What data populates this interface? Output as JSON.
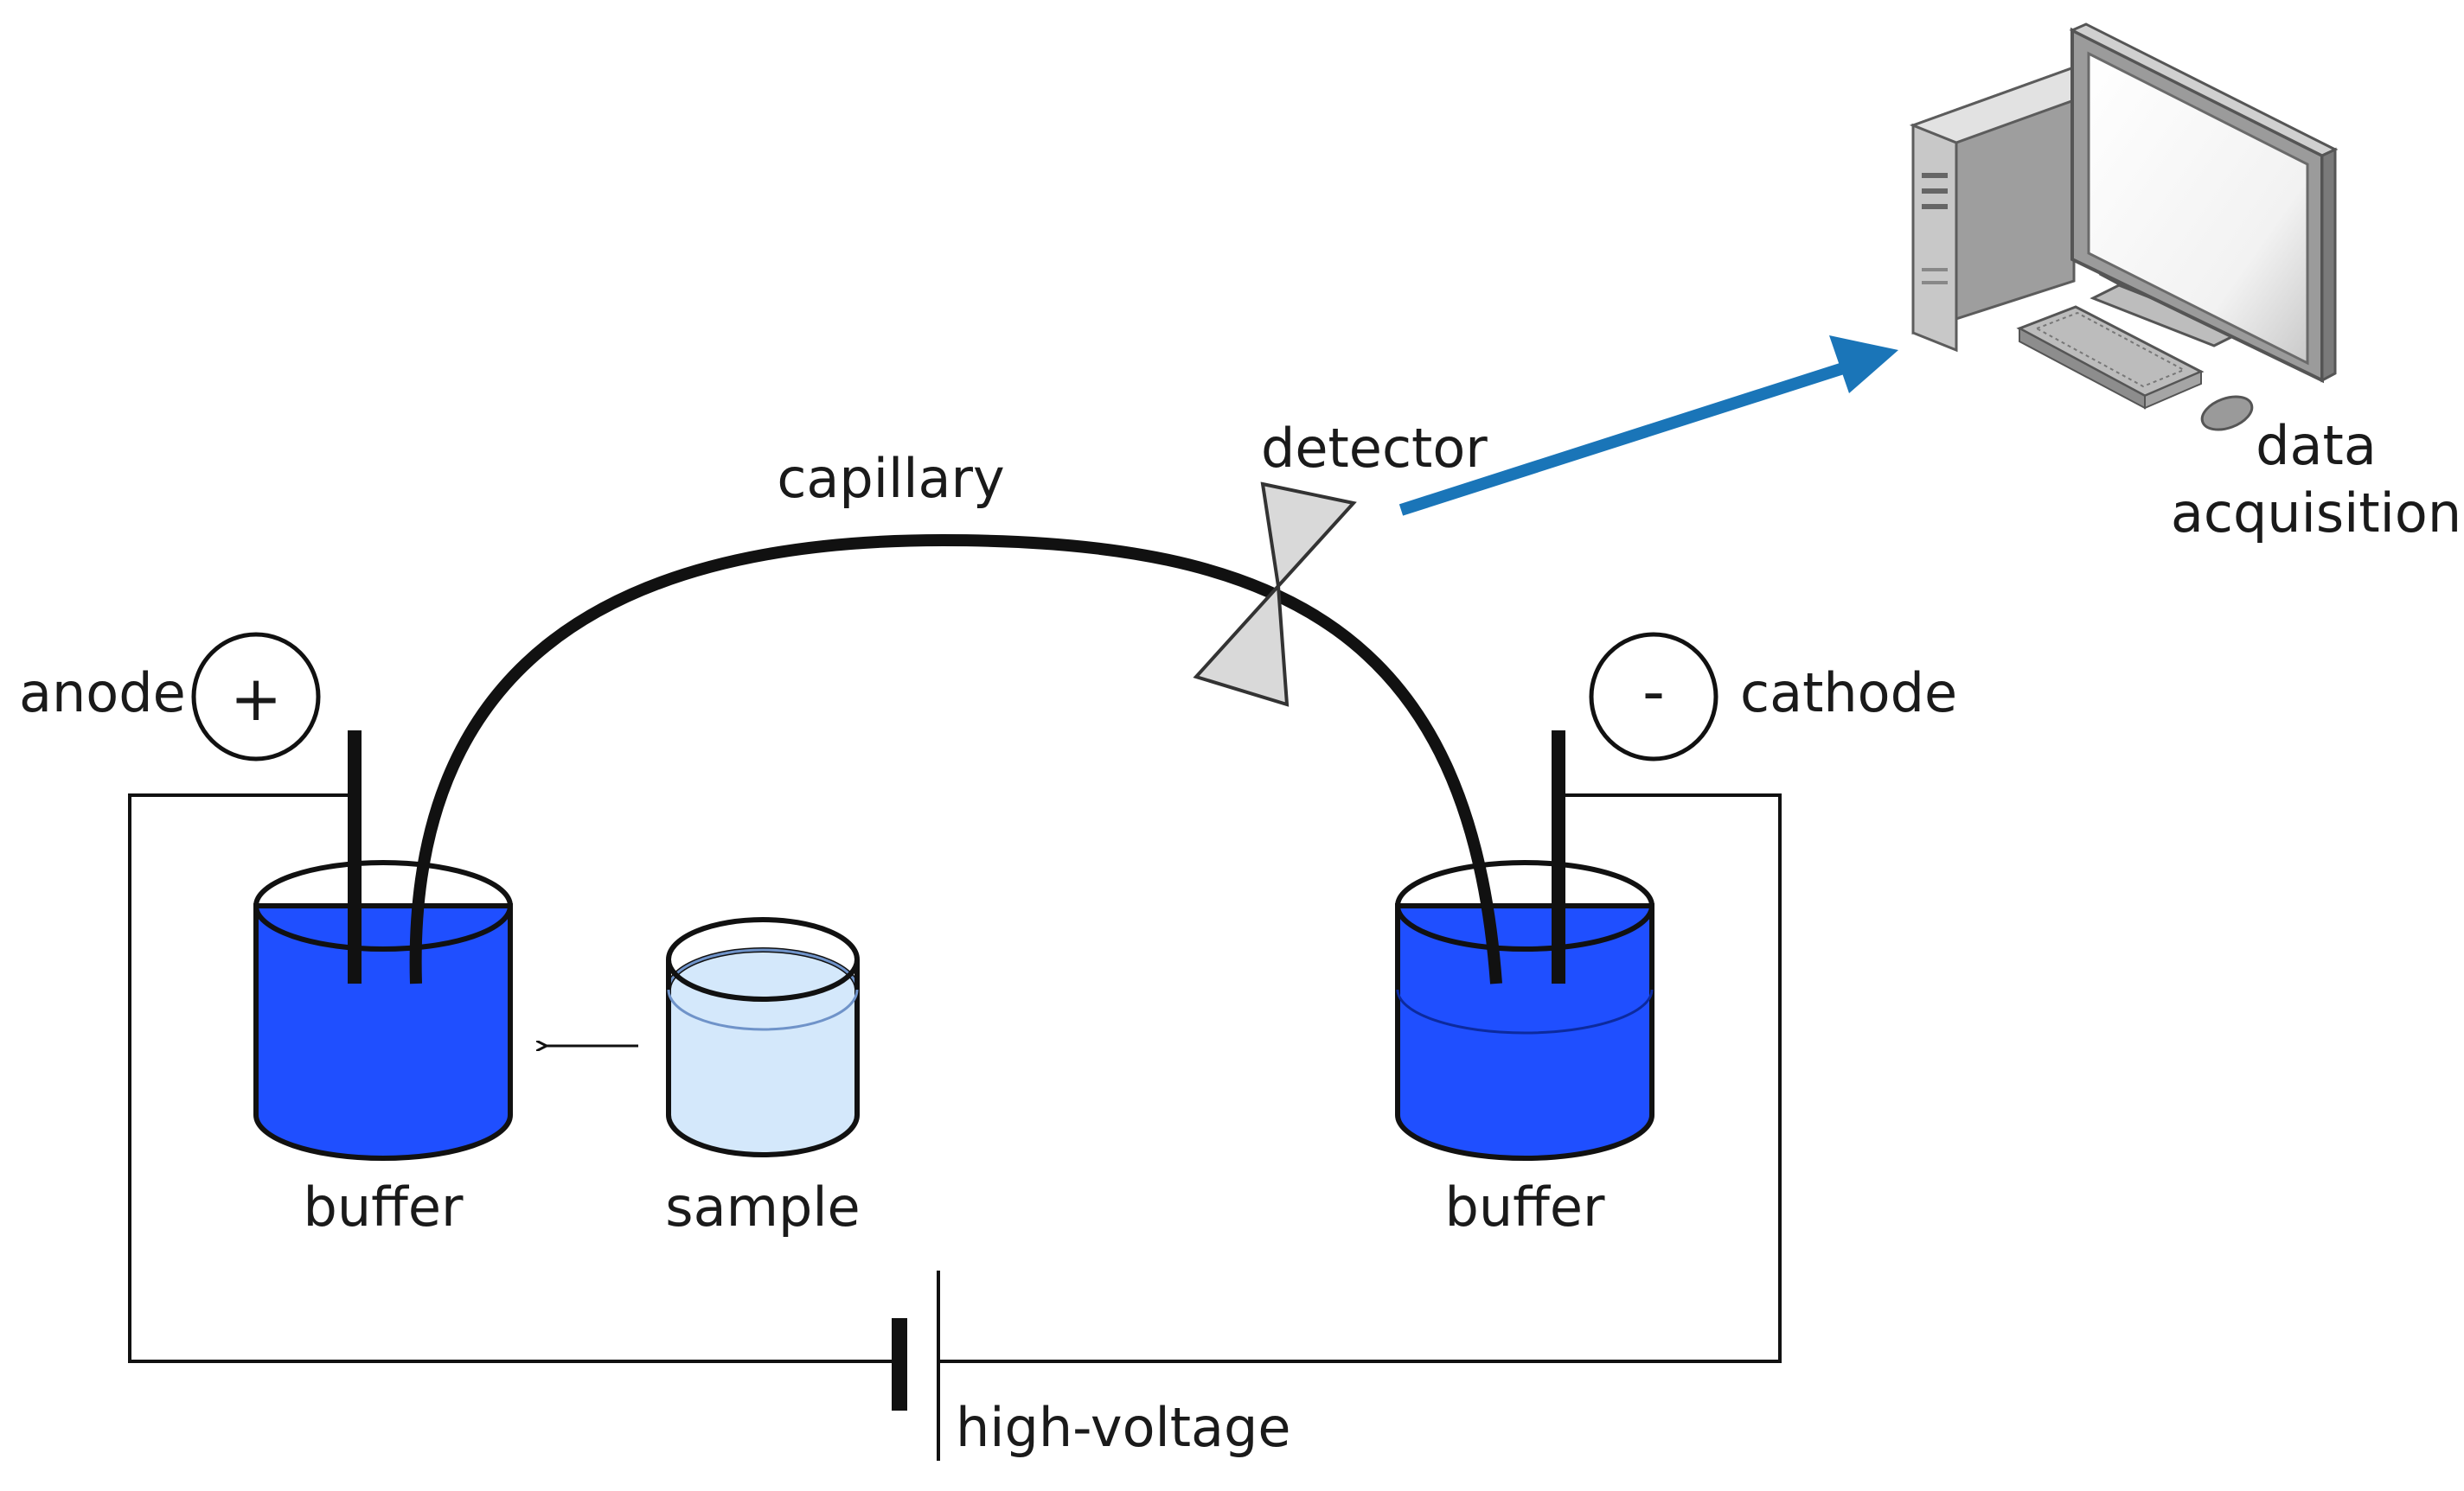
{
  "labels": {
    "anode": "anode",
    "anode_sign": "+",
    "cathode": "cathode",
    "cathode_sign": "-",
    "capillary": "capillary",
    "detector": "detector",
    "data_line1": "data",
    "data_line2": "acquisition",
    "buffer_left": "buffer",
    "buffer_right": "buffer",
    "sample": "sample",
    "high_voltage": "high-voltage"
  },
  "icons": {
    "computer": "desktop-computer-icon",
    "arrow": "arrow-right-icon"
  },
  "colors": {
    "buffer": "#1f4fff",
    "buffer_dark": "#1238c8",
    "sample": "#d4e8fb",
    "sample_line": "#6f93c9",
    "data_arrow": "#1a75b8",
    "detector": "#d8d8d8",
    "line": "#111111"
  }
}
